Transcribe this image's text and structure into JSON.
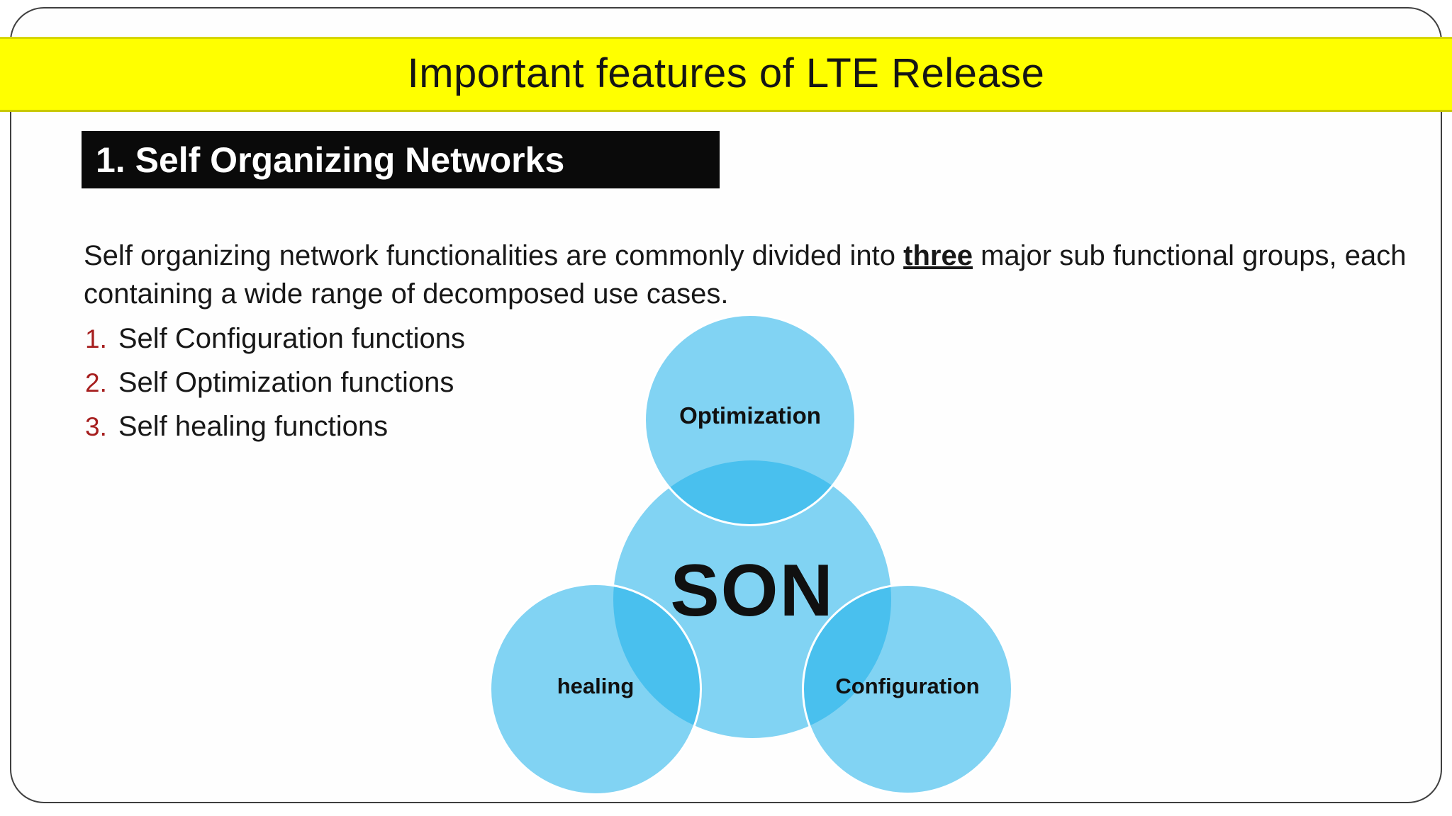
{
  "slide": {
    "title": "Important features of LTE Release",
    "section_header": "1. Self Organizing Networks",
    "paragraph": {
      "line1_pre": "Self organizing network functionalities are commonly divided into ",
      "line1_bold": "three",
      "line1_post": " major sub functional groups, each",
      "line2": "containing a wide range of decomposed use cases."
    },
    "list": [
      {
        "number": "1.",
        "text": "Self Configuration functions"
      },
      {
        "number": "2.",
        "text": "Self Optimization functions"
      },
      {
        "number": "3.",
        "text": "Self healing functions"
      }
    ],
    "diagram": {
      "center_label": "SON",
      "top_label": "Optimization",
      "bottom_left_label": "healing",
      "bottom_right_label": "Configuration"
    },
    "colors": {
      "banner_yellow": "#FFFF00",
      "banner_edge": "#D6D600",
      "header_box_bg": "#0A0A0A",
      "header_box_text": "#FFFFFF",
      "list_number_red": "#A61E1E",
      "circle_blue": "#1EB1E9",
      "circle_overlap_blue": "#49C0EA",
      "circle_light_blue": "#7FD3F2",
      "body_text": "#181818"
    }
  }
}
